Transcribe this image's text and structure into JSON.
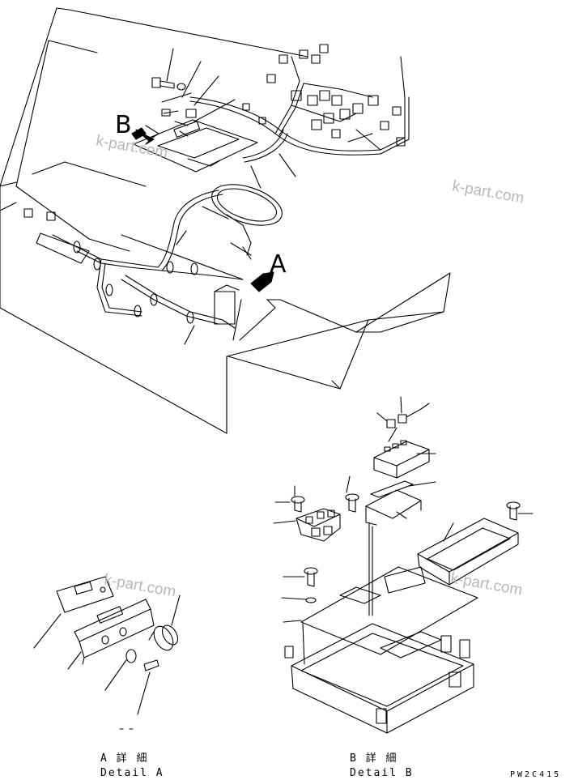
{
  "view_markers": {
    "b": "B",
    "a": "A"
  },
  "watermarks": [
    "k-part.com",
    "k-part.com",
    "k-part.com",
    "k-part.com"
  ],
  "captions": {
    "detail_a_jp": "A 詳 細",
    "detail_a_en": "Detail A",
    "detail_b_jp": "B 詳 細",
    "detail_b_en": "Detail B"
  },
  "drawing_code": "PW2C415",
  "colors": {
    "line": "#000000",
    "watermark": "#b8b8b8",
    "background": "#ffffff"
  }
}
